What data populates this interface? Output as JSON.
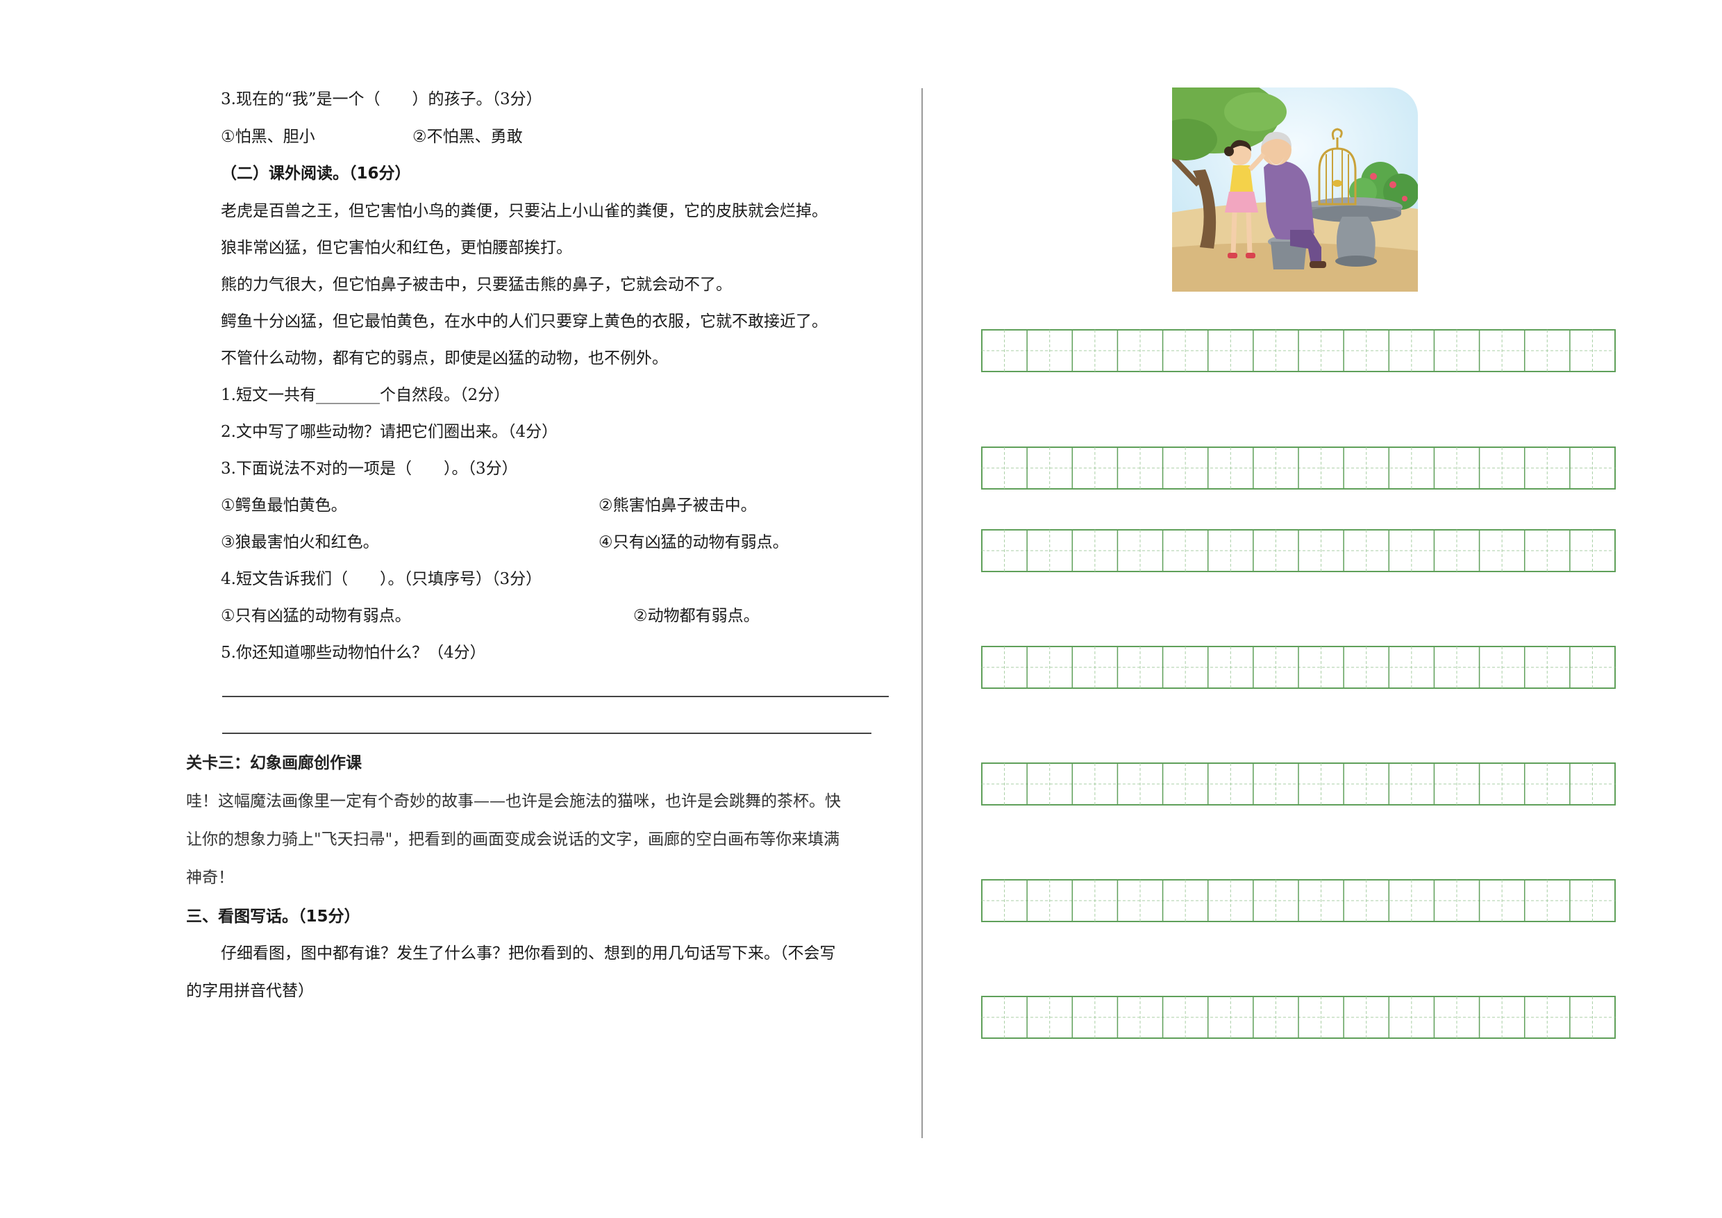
{
  "left_column": {
    "q3_stem": "3.现在的“我”是一个（　　）的孩子。（3分）",
    "q3_opt1": "①怕黑、胆小",
    "q3_opt2": "②不怕黑、勇敢",
    "section2_title": "（二）课外阅读。（16分）",
    "passage": [
      "老虎是百兽之王，但它害怕小鸟的粪便，只要沾上小山雀的粪便，它的皮肤就会烂掉。",
      "狼非常凶猛，但它害怕火和红色，更怕腰部挨打。",
      "熊的力气很大，但它怕鼻子被击中，只要猛击熊的鼻子，它就会动不了。",
      "鳄鱼十分凶猛，但它最怕黄色，在水中的人们只要穿上黄色的衣服，它就不敢接近了。",
      "不管什么动物，都有它的弱点，即使是凶猛的动物，也不例外。"
    ],
    "rq1": "1.短文一共有________个自然段。（2分）",
    "rq2": "2.文中写了哪些动物？请把它们圈出来。（4分）",
    "rq3": "3.下面说法不对的一项是（　　）。（3分）",
    "rq3_opt1": "①鳄鱼最怕黄色。",
    "rq3_opt2": "②熊害怕鼻子被击中。",
    "rq3_opt3": "③狼最害怕火和红色。",
    "rq3_opt4": "④只有凶猛的动物有弱点。",
    "rq4": "4.短文告诉我们（　　）。（只填序号）（3分）",
    "rq4_opt1": "①只有凶猛的动物有弱点。",
    "rq4_opt2": "②动物都有弱点。",
    "rq5": "5.你还知道哪些动物怕什么？（4分）",
    "level3_title": "关卡三：幻象画廊创作课",
    "level3_intro": [
      "哇！这幅魔法画像里一定有个奇妙的故事——也许是会施法的猫咪，也许是会跳舞的茶杯。快",
      "让你的想象力骑上\"飞天扫帚\"，把看到的画面变成会说话的文字，画廊的空白画布等你来填满",
      "神奇！"
    ],
    "section3_title": "三、看图写话。（15分）",
    "section3_instr_1": "仔细看图，图中都有谁？发生了什么事？把你看到的、想到的用几句话写下来。（不会写",
    "section3_instr_2": "的字用拼音代替）"
  },
  "right_column": {
    "illustration": "girl-grandpa-birdcage-illustration",
    "grid_rows": 7,
    "cells_per_row": 14
  },
  "colors": {
    "grid": "#5fa05a",
    "grid_dash": "#a8cfa4",
    "divider": "#9a9a9a"
  }
}
